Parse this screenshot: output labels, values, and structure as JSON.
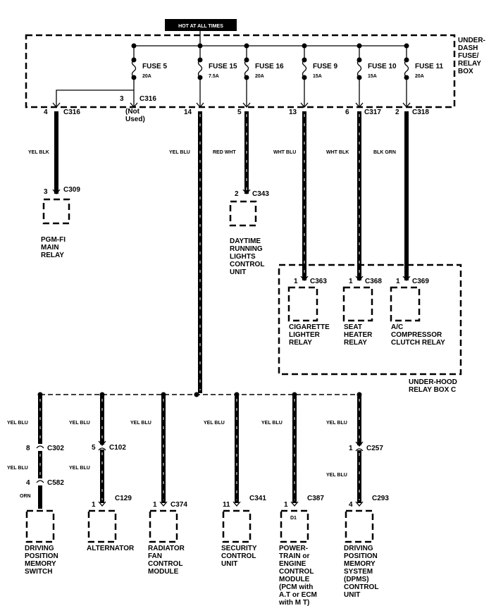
{
  "header": {
    "label": "HOT AT ALL TIMES"
  },
  "fuse_box": {
    "label": [
      "UNDER-",
      "DASH",
      "FUSE/",
      "RELAY",
      "BOX"
    ]
  },
  "fuses": [
    {
      "name": "FUSE 5",
      "rating": "20A"
    },
    {
      "name": "FUSE 15",
      "rating": "7.5A"
    },
    {
      "name": "FUSE 16",
      "rating": "20A"
    },
    {
      "name": "FUSE 9",
      "rating": "15A"
    },
    {
      "name": "FUSE 10",
      "rating": "15A"
    },
    {
      "name": "FUSE 11",
      "rating": "20A"
    }
  ],
  "fuse_box_connectors": {
    "c316_inner": {
      "pin": "3",
      "connector": "C316"
    },
    "c316": {
      "pin": "4",
      "connector": "C316"
    },
    "not_used": [
      "(Not",
      "Used)"
    ],
    "pin14": "14",
    "pin5": "5",
    "pin13": "13",
    "c317": {
      "pin": "6",
      "connector": "C317"
    },
    "c318": {
      "pin": "2",
      "connector": "C318"
    }
  },
  "upper_wires": [
    {
      "color": "YEL BLK",
      "pin": "3",
      "connector": "C309",
      "component": [
        "PGM-FI",
        "MAIN",
        "RELAY"
      ]
    },
    {
      "color": "YEL BLU"
    },
    {
      "color": "RED WHT",
      "pin": "2",
      "connector": "C343",
      "component": [
        "DAYTIME",
        "RUNNING",
        "LIGHTS",
        "CONTROL",
        "UNIT"
      ]
    },
    {
      "color": "WHT BLU",
      "pin": "1",
      "connector": "C363",
      "component": [
        "CIGARETTE",
        "LIGHTER",
        "RELAY"
      ]
    },
    {
      "color": "WHT BLK",
      "pin": "1",
      "connector": "C368",
      "component": [
        "SEAT",
        "HEATER",
        "RELAY"
      ]
    },
    {
      "color": "BLK GRN",
      "pin": "1",
      "connector": "C369",
      "component": [
        "A/C",
        "COMPRESSOR",
        "CLUTCH RELAY"
      ]
    }
  ],
  "relay_box_c": {
    "label": [
      "UNDER-HOOD",
      "RELAY BOX C"
    ]
  },
  "lower_branches": [
    {
      "color1": "YEL BLU",
      "inline1": {
        "pin": "8",
        "connector": "C302"
      },
      "color2": "YEL BLU",
      "inline2": {
        "pin": "4",
        "connector": "C582"
      },
      "color3": "ORN",
      "component": [
        "DRIVING",
        "POSITION",
        "MEMORY",
        "SWITCH"
      ]
    },
    {
      "color1": "YEL BLU",
      "inline1": {
        "pin": "5",
        "connector": "C102"
      },
      "color2": "YEL BLU",
      "end": {
        "pin": "1",
        "connector": "C129"
      },
      "component": [
        "ALTERNATOR"
      ]
    },
    {
      "color1": "YEL BLU",
      "end": {
        "pin": "1",
        "connector": "C374"
      },
      "component": [
        "RADIATOR",
        "FAN",
        "CONTROL",
        "MODULE"
      ]
    },
    {
      "color1": "YEL BLU",
      "end": {
        "pin": "11",
        "connector": "C341"
      },
      "component": [
        "SECURITY",
        "CONTROL",
        "UNIT"
      ]
    },
    {
      "color1": "YEL BLU",
      "end": {
        "pin": "1",
        "connector": "C387"
      },
      "terminal": "D1",
      "component": [
        "POWER-",
        "TRAIN or",
        "ENGINE",
        "CONTROL",
        "MODULE",
        "(PCM with",
        "A.T or ECM",
        "with M T)"
      ]
    },
    {
      "color1": "YEL BLU",
      "inline1": {
        "pin": "1",
        "connector": "C257"
      },
      "color2": "YEL BLU",
      "end": {
        "pin": "4",
        "connector": "C293"
      },
      "component": [
        "DRIVING",
        "POSITION",
        "MEMORY",
        "SYSTEM",
        "(DPMS)",
        "CONTROL",
        "UNIT"
      ]
    }
  ]
}
